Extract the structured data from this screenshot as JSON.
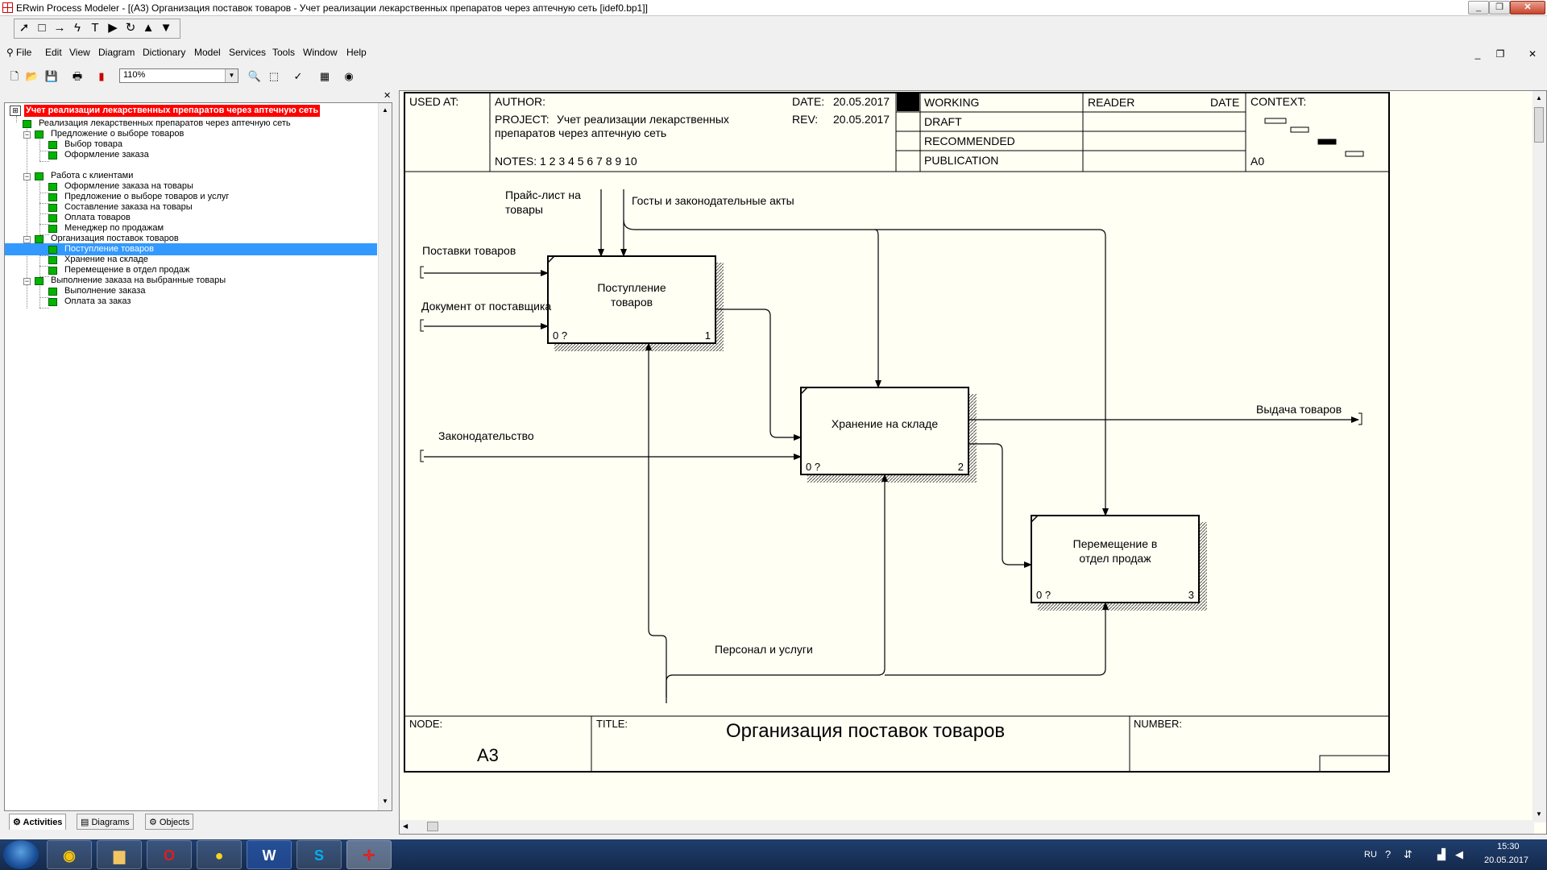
{
  "window": {
    "title": "ERwin Process Modeler - [(A3) Организация поставок товаров - Учет реализации лекарственных препаратов через аптечную сеть  [idef0.bp1]]",
    "min": "_",
    "max": "❐",
    "close": "✕"
  },
  "toolbox": [
    "➚",
    "□",
    "→",
    "ϟ",
    "T",
    "▶",
    "↻",
    "▲",
    "▼"
  ],
  "menu": {
    "items": [
      "File",
      "Edit",
      "View",
      "Diagram",
      "Dictionary",
      "Model",
      "Services",
      "Tools",
      "Window",
      "Help"
    ],
    "mdi": [
      "_",
      "❐",
      "✕"
    ]
  },
  "toolbar": {
    "zoom": "110%",
    "icons": [
      "🗋",
      "📂",
      "💾",
      "🖶",
      "▮",
      "🔍",
      "⬚",
      "✓",
      "▦",
      "◉"
    ]
  },
  "tree": {
    "root": "Учет реализации лекарственных препаратов через аптечную сеть",
    "items": [
      "Реализация  лекарственных препаратов  через аптечную сеть",
      "Предложение о выборе товаров",
      "Выбор товара",
      "Оформление заказа",
      "Работа с клиентами",
      "Оформление  заказа на товары",
      "Предложение о выборе  товаров и услуг",
      "Составление заказа  на товары",
      "Оплата товаров",
      "Менеджер по продажам",
      "Организация поставок товаров",
      "Поступление товаров",
      "Хранение на складе",
      "Перемещение в  отдел продаж",
      "Выполнение заказа  на выбранные товары",
      "Выполнение заказа",
      "Оплата за заказ"
    ],
    "tabs": [
      "Activities",
      "Diagrams",
      "Objects"
    ]
  },
  "header": {
    "used_at": "USED AT:",
    "author": "AUTHOR:",
    "project_label": "PROJECT:",
    "project": "Учет реализации лекарственных",
    "project2": "препаратов через аптечную сеть",
    "date_label": "DATE:",
    "date": "20.05.2017",
    "rev_label": "REV:",
    "rev": "20.05.2017",
    "notes": "NOTES:  1  2  3  4  5  6  7  8  9  10",
    "working": "WORKING",
    "draft": "DRAFT",
    "recommended": "RECOMMENDED",
    "publication": "PUBLICATION",
    "reader": "READER",
    "date2": "DATE",
    "context": "CONTEXT:",
    "context_node": "A0"
  },
  "diagram": {
    "boxes": [
      {
        "name1": "Поступление",
        "name2": "товаров",
        "cost": "0 ?",
        "num": "1"
      },
      {
        "name1": "Хранение на складе",
        "name2": "",
        "cost": "0 ?",
        "num": "2"
      },
      {
        "name1": "Перемещение в",
        "name2": "отдел продаж",
        "cost": "0 ?",
        "num": "3"
      }
    ],
    "arrows": {
      "price1": "Прайс-лист на",
      "price2": "товары",
      "gost": "Госты и законодательные акты",
      "supplies": "Поставки товаров",
      "doc": "Документ от поставщика",
      "law": "Законодательство",
      "output": "Выдача товаров",
      "staff": "Персонал и услуги"
    }
  },
  "footer": {
    "node_label": "NODE:",
    "node": "A3",
    "title_label": "TITLE:",
    "title": "Организация поставок товаров",
    "number_label": "NUMBER:"
  },
  "taskbar": {
    "lang": "RU",
    "time": "15:30",
    "date": "20.05.2017"
  }
}
